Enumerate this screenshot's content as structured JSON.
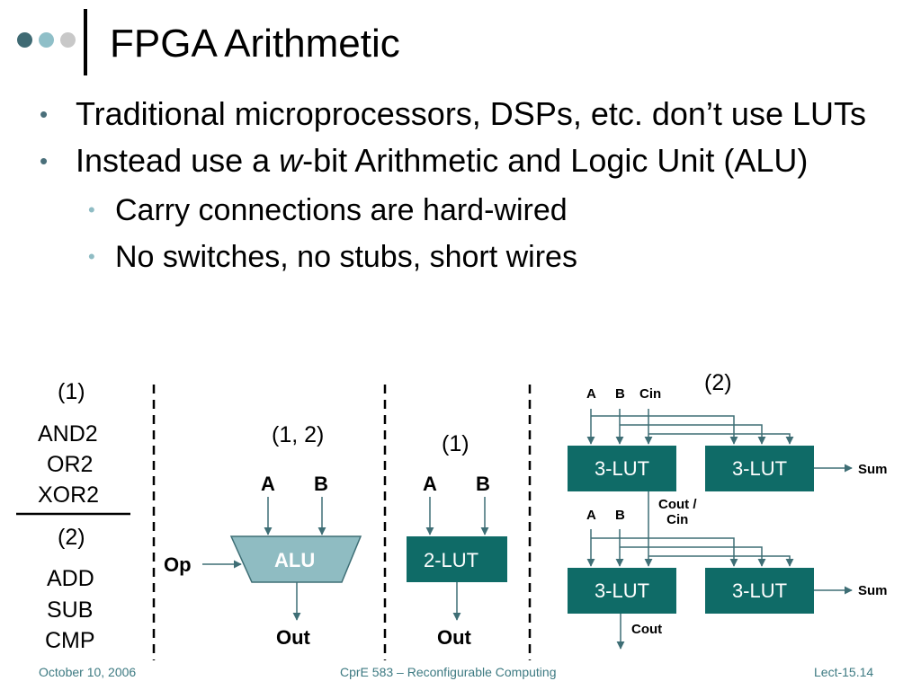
{
  "slide": {
    "title": "FPGA Arithmetic"
  },
  "bullets": {
    "b1": "Traditional microprocessors, DSPs, etc. don’t use LUTs",
    "b2_pre": "Instead use a ",
    "b2_em": "w",
    "b2_post": "-bit Arithmetic and Logic Unit (ALU)",
    "sub1": "Carry connections are hard-wired",
    "sub2": "No switches, no stubs, short wires"
  },
  "ops": {
    "group1_label": "(1)",
    "group1": [
      "AND2",
      "OR2",
      "XOR2"
    ],
    "group2_label": "(2)",
    "group2": [
      "ADD",
      "SUB",
      "CMP"
    ]
  },
  "alu": {
    "cost": "(1, 2)",
    "a": "A",
    "b": "B",
    "op": "Op",
    "label": "ALU",
    "out": "Out"
  },
  "lut2": {
    "cost": "(1)",
    "a": "A",
    "b": "B",
    "label": "2-LUT",
    "out": "Out"
  },
  "adder": {
    "cost": "(2)",
    "top_inputs": [
      "A",
      "B",
      "Cin"
    ],
    "bottom_inputs": [
      "A",
      "B"
    ],
    "lut_label": "3-LUT",
    "sum": "Sum",
    "cout_cin": "Cout /\nCin",
    "cout": "Cout"
  },
  "footer": {
    "date": "October 10, 2006",
    "course": "CprE 583 – Reconfigurable Computing",
    "lecture": "Lect-15.14"
  },
  "colors": {
    "teal": "#0f6b67",
    "wire": "#3e6e75",
    "dot_dark": "#3f6a73",
    "dot_mid": "#8fbfc8",
    "dot_light": "#c8c8c8"
  }
}
